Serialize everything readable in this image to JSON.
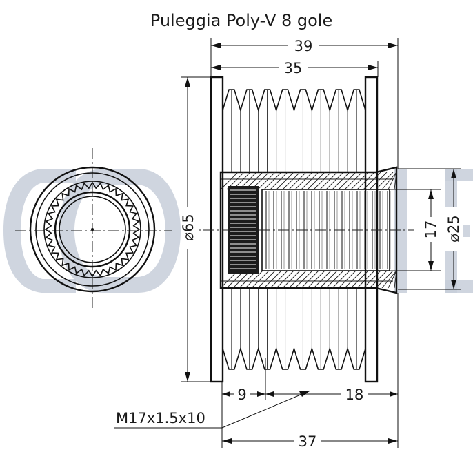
{
  "title": "Puleggia Poly-V 8 gole",
  "dimensions": {
    "overall_width": "39",
    "groove_width": "35",
    "outer_diameter": "⌀65",
    "inner_bore": "17",
    "hub_diameter": "⌀25",
    "spline_depth": "9",
    "thread_depth": "18",
    "thread_spec": "M17x1.5x10",
    "hub_length": "37"
  },
  "colors": {
    "line": "#111111",
    "watermark": "#c7ced9"
  }
}
